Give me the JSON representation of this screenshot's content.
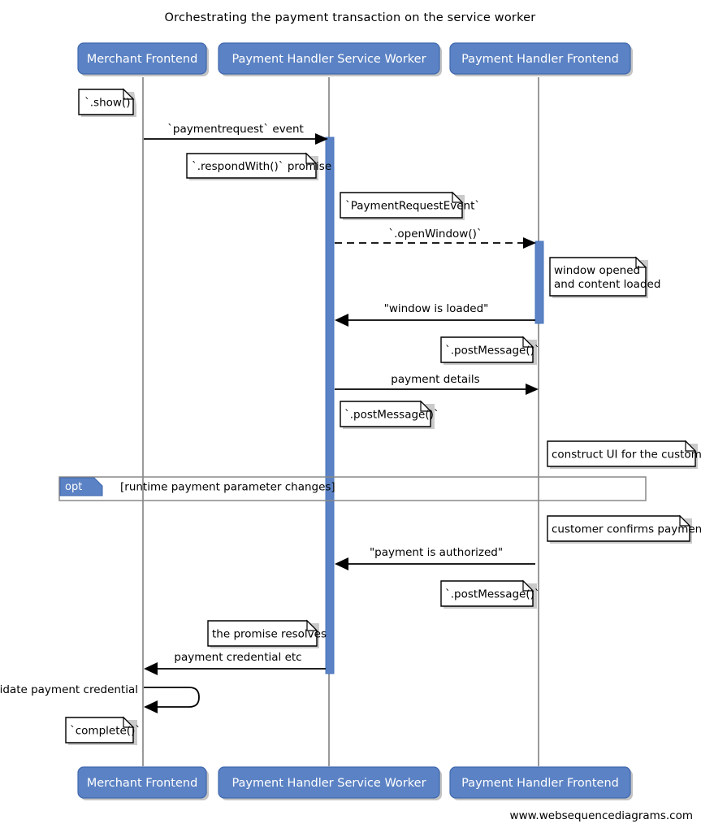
{
  "title": "Orchestrating the payment transaction on the service worker",
  "footer": "www.websequencediagrams.com",
  "colors": {
    "participant_fill": "#5B82C4",
    "activation_fill": "#5B82C4",
    "lifeline": "#808080",
    "note_fill": "#FFFFFF",
    "text": "#000000",
    "fragment_tag_fill": "#5B82C4",
    "background": "#FFFFFF"
  },
  "participants": [
    {
      "id": "merchant",
      "label": "Merchant Frontend"
    },
    {
      "id": "sw",
      "label": "Payment Handler Service Worker"
    },
    {
      "id": "phf",
      "label": "Payment Handler Frontend"
    }
  ],
  "participants_bottom": [
    {
      "id": "merchant",
      "label": "Merchant Frontend"
    },
    {
      "id": "sw",
      "label": "Payment Handler Service Worker"
    },
    {
      "id": "phf",
      "label": "Payment Handler Frontend"
    }
  ],
  "messages": [
    {
      "id": "m1",
      "label": "`paymentrequest` event",
      "from": "merchant",
      "to": "sw",
      "style": "solid"
    },
    {
      "id": "m2",
      "label": "`.openWindow()`",
      "from": "sw",
      "to": "phf",
      "style": "dashed"
    },
    {
      "id": "m3",
      "label": "\"window is loaded\"",
      "from": "phf",
      "to": "sw",
      "style": "solid"
    },
    {
      "id": "m4",
      "label": "payment details",
      "from": "sw",
      "to": "phf",
      "style": "solid"
    },
    {
      "id": "m5",
      "label": "\"payment is authorized\"",
      "from": "phf",
      "to": "sw",
      "style": "solid"
    },
    {
      "id": "m6",
      "label": "payment credential etc",
      "from": "sw",
      "to": "merchant",
      "style": "solid"
    },
    {
      "id": "m7",
      "label": "validate payment credential",
      "from": "merchant",
      "to": "merchant",
      "style": "self"
    }
  ],
  "notes": [
    {
      "id": "n1",
      "text": [
        "`.show()`"
      ]
    },
    {
      "id": "n2",
      "text": [
        "`.respondWith()` promise"
      ]
    },
    {
      "id": "n3",
      "text": [
        "`PaymentRequestEvent`"
      ]
    },
    {
      "id": "n4",
      "text": [
        "window opened",
        "and content loaded"
      ]
    },
    {
      "id": "n5",
      "text": [
        "`.postMessage()`"
      ]
    },
    {
      "id": "n6",
      "text": [
        "`.postMessage()`"
      ]
    },
    {
      "id": "n7",
      "text": [
        "construct UI for the customer"
      ]
    },
    {
      "id": "n8",
      "text": [
        "customer confirms payment"
      ]
    },
    {
      "id": "n9",
      "text": [
        "`.postMessage()`"
      ]
    },
    {
      "id": "n10",
      "text": [
        "the promise resolves"
      ]
    },
    {
      "id": "n11",
      "text": [
        "`complete()`"
      ]
    }
  ],
  "fragments": [
    {
      "id": "opt1",
      "tag": "opt",
      "condition": "[runtime payment parameter changes]"
    }
  ]
}
